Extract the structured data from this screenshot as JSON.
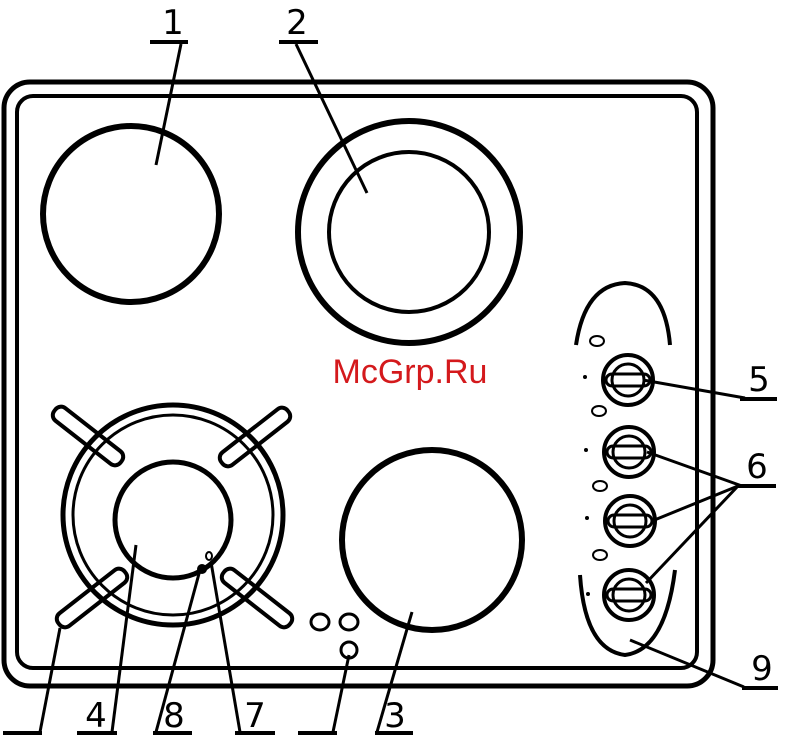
{
  "diagram": {
    "labels": {
      "l1": "1",
      "l2": "2",
      "l3": "3",
      "l4": "4",
      "l5": "5",
      "l6": "6",
      "l7": "7",
      "l8": "8",
      "l9": "9"
    },
    "watermark": "McGrp.Ru",
    "colors": {
      "ink": "#000000",
      "watermark": "#d4191c",
      "background": "#ffffff"
    }
  }
}
